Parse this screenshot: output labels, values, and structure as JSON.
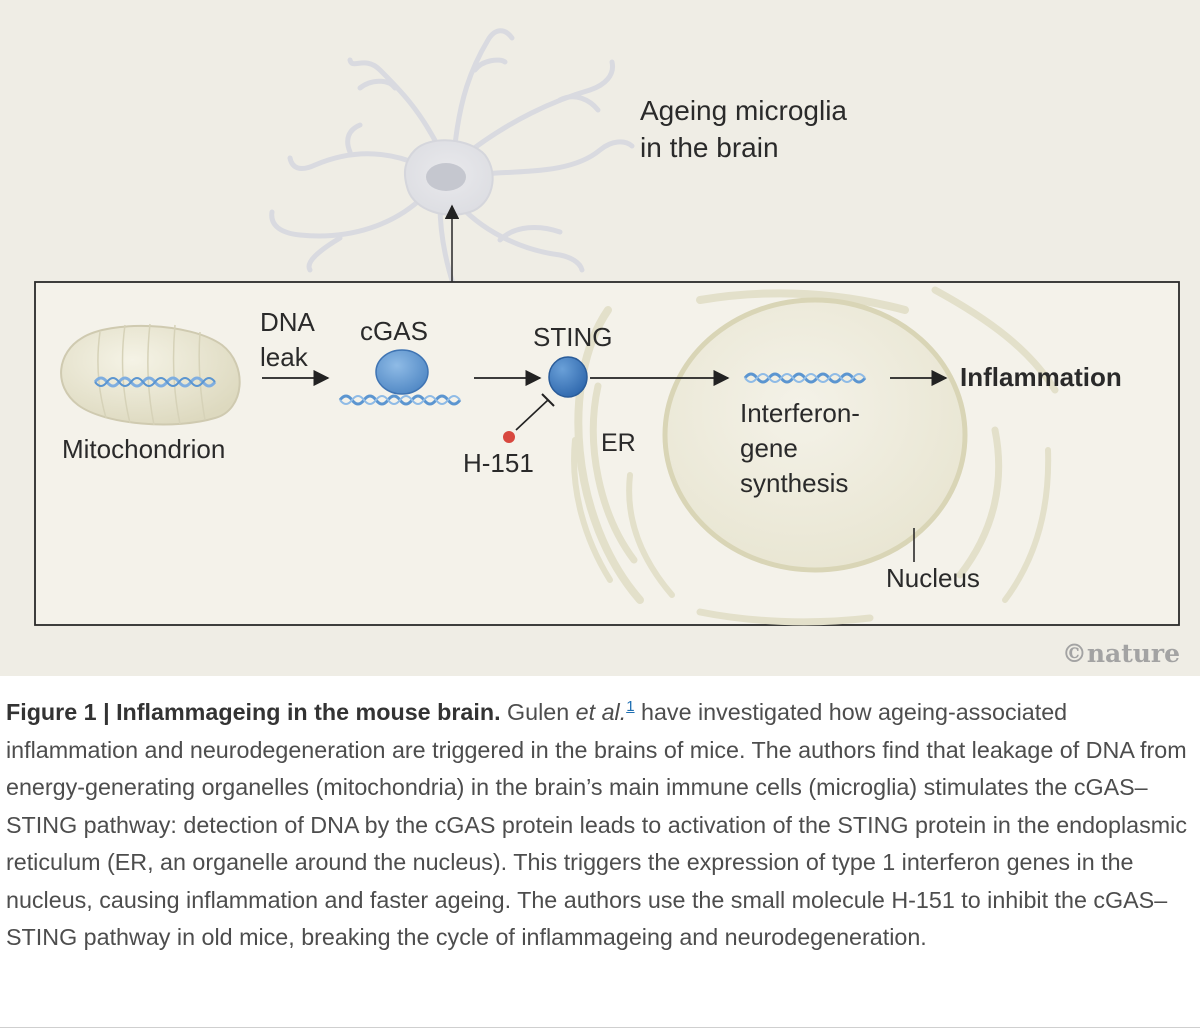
{
  "figure": {
    "labels": {
      "microglia_line1": "Ageing microglia",
      "microglia_line2": "in the brain",
      "dna_leak_line1": "DNA",
      "dna_leak_line2": "leak",
      "cgas": "cGAS",
      "sting": "STING",
      "mitochondrion": "Mitochondrion",
      "h151": "H-151",
      "er": "ER",
      "interferon_line1": "Interferon-",
      "interferon_line2": "gene",
      "interferon_line3": "synthesis",
      "inflammation": "Inflammation",
      "nucleus": "Nucleus",
      "credit": "©nature"
    },
    "colors": {
      "background": "#efede5",
      "protein_blue": "#5b95d0",
      "inhibitor_red": "#d8483f",
      "membrane": "#e2dfc8"
    }
  },
  "caption": {
    "title": "Figure 1 | Inflammageing in the mouse brain.",
    "text_before_italic": " Gulen ",
    "italic": "et al.",
    "ref": "1",
    "text_after_ref": " have investigated how ageing-associated inflammation and neurodegeneration are triggered in the brains of mice. The authors find that leakage of DNA from energy-generating organelles (mitochondria) in the brain’s main immune cells (microglia) stimulates the cGAS–STING pathway: detection of DNA by the cGAS protein leads to activation of the STING protein in the endoplasmic reticulum (ER, an organelle around the nucleus). This triggers the expression of type 1 interferon genes in the nucleus, causing inflammation and faster ageing. The authors use the small molecule H-151 to inhibit the cGAS–STING pathway in old mice, breaking the cycle of inflammageing and neurodegeneration."
  }
}
